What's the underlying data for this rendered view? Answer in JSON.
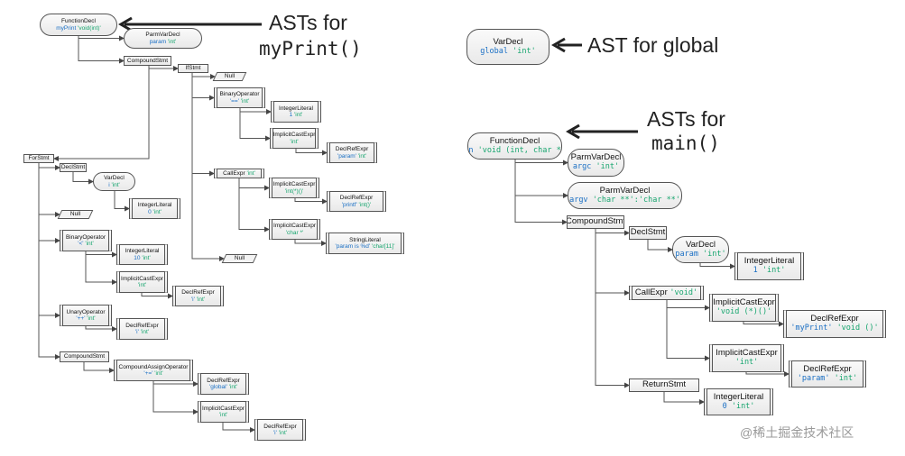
{
  "callouts": {
    "myprint_line1": "ASTs for",
    "myprint_line2": "myPrint()",
    "global_line": "AST for global",
    "main_line1": "ASTs for",
    "main_line2": "main()"
  },
  "watermark": "@稀土掘金技术社区",
  "colors": {
    "name": "#1a6fc4",
    "type": "#16a56e",
    "border": "#555555"
  },
  "nodes": [
    {
      "id": "n1",
      "kind": "rounded",
      "title": "FunctionDecl",
      "name": "myPrint",
      "type": "'void(int)'"
    },
    {
      "id": "n2",
      "kind": "rounded",
      "title": "ParmVarDecl",
      "name": "param",
      "type": "'int'",
      "parent": "n1"
    },
    {
      "id": "n3",
      "kind": "rect",
      "title": "CompoundStmt",
      "parent": "n1"
    },
    {
      "id": "n4",
      "kind": "rect",
      "title": "IfStmt",
      "parent": "n3"
    },
    {
      "id": "n5",
      "kind": "null",
      "title": "Null",
      "parent": "n4"
    },
    {
      "id": "n6",
      "kind": "double",
      "title": "BinaryOperator",
      "name": "'=='",
      "type": "'int'",
      "parent": "n4"
    },
    {
      "id": "n7",
      "kind": "double",
      "title": "IntegerLiteral",
      "name": "1",
      "type": "'int'",
      "parent": "n6"
    },
    {
      "id": "n8",
      "kind": "double",
      "title": "ImplicitCastExpr",
      "type": "'int'",
      "parent": "n6"
    },
    {
      "id": "n9",
      "kind": "double",
      "title": "DeclRefExpr",
      "name": "'param'",
      "type": "'int'",
      "parent": "n8"
    },
    {
      "id": "n10",
      "kind": "double",
      "title": "CallExpr",
      "type": "'int'",
      "inline": true,
      "parent": "n4"
    },
    {
      "id": "n11",
      "kind": "double",
      "title": "ImplicitCastExpr",
      "type": "'int(*)()'",
      "parent": "n10"
    },
    {
      "id": "n12",
      "kind": "double",
      "title": "DeclRefExpr",
      "name": "'printf'",
      "type": "'int()'",
      "parent": "n11"
    },
    {
      "id": "n13",
      "kind": "double",
      "title": "ImplicitCastExpr",
      "type": "'char *'",
      "parent": "n10"
    },
    {
      "id": "n14",
      "kind": "double",
      "title": "StringLiteral",
      "name": "'param is %d'",
      "type": "'char[11]'",
      "parent": "n13"
    },
    {
      "id": "n15",
      "kind": "null",
      "title": "Null",
      "parent": "n4"
    },
    {
      "id": "n16",
      "kind": "rect",
      "title": "ForStmt",
      "parent": "n3"
    },
    {
      "id": "n17",
      "kind": "rect",
      "title": "DeclStmt",
      "parent": "n16"
    },
    {
      "id": "n18",
      "kind": "rounded",
      "title": "VarDecl",
      "name": "i",
      "type": "'int'",
      "parent": "n17"
    },
    {
      "id": "n19",
      "kind": "double",
      "title": "IntegerLiteral",
      "name": "0",
      "type": "'int'",
      "parent": "n18"
    },
    {
      "id": "n20",
      "kind": "null",
      "title": "Null",
      "parent": "n16"
    },
    {
      "id": "n21",
      "kind": "double",
      "title": "BinaryOperator",
      "name": "'<'",
      "type": "'int'",
      "parent": "n16"
    },
    {
      "id": "n22",
      "kind": "double",
      "title": "IntegerLiteral",
      "name": "10",
      "type": "'int'",
      "parent": "n21"
    },
    {
      "id": "n23",
      "kind": "double",
      "title": "ImplicitCastExpr",
      "type": "'int'",
      "parent": "n21"
    },
    {
      "id": "n24",
      "kind": "double",
      "title": "DeclRefExpr",
      "name": "'i'",
      "type": "'int'",
      "parent": "n23"
    },
    {
      "id": "n25",
      "kind": "double",
      "title": "UnaryOperator",
      "name": "'++'",
      "type": "'int'",
      "parent": "n16"
    },
    {
      "id": "n26",
      "kind": "double",
      "title": "DeclRefExpr",
      "name": "'i'",
      "type": "'int'",
      "parent": "n25"
    },
    {
      "id": "n27",
      "kind": "rect",
      "title": "CompoundStmt",
      "parent": "n16"
    },
    {
      "id": "n28",
      "kind": "double",
      "title": "CompoundAssignOperator",
      "name": "'+='",
      "type": "'int'",
      "parent": "n27"
    },
    {
      "id": "n29",
      "kind": "double",
      "title": "DeclRefExpr",
      "name": "'global'",
      "type": "'int'",
      "parent": "n28"
    },
    {
      "id": "n30",
      "kind": "double",
      "title": "ImplicitCastExpr",
      "type": "'int'",
      "parent": "n28"
    },
    {
      "id": "n31",
      "kind": "double",
      "title": "DeclRefExpr",
      "name": "'i'",
      "type": "'int'",
      "parent": "n30"
    },
    {
      "id": "g1",
      "kind": "rounded",
      "title": "VarDecl",
      "name": "global",
      "type": "'int'"
    },
    {
      "id": "m1",
      "kind": "rounded",
      "title": "FunctionDecl",
      "name": "main",
      "type": "'void (int, char **)'"
    },
    {
      "id": "m2",
      "kind": "rounded",
      "title": "ParmVarDecl",
      "name": "argc",
      "type": "'int'",
      "parent": "m1"
    },
    {
      "id": "m3",
      "kind": "rounded",
      "title": "ParmVarDecl",
      "name": "argv",
      "type": "'char **':'char **'",
      "parent": "m1"
    },
    {
      "id": "m4",
      "kind": "rect",
      "title": "CompoundStmt",
      "parent": "m1"
    },
    {
      "id": "m5",
      "kind": "rect",
      "title": "DeclStmt",
      "parent": "m4"
    },
    {
      "id": "m6",
      "kind": "rounded",
      "title": "VarDecl",
      "name": "param",
      "type": "'int'",
      "parent": "m5"
    },
    {
      "id": "m7",
      "kind": "double",
      "title": "IntegerLiteral",
      "name": "1",
      "type": "'int'",
      "parent": "m6"
    },
    {
      "id": "m8",
      "kind": "double",
      "title": "CallExpr",
      "type": "'void'",
      "inline": true,
      "parent": "m4"
    },
    {
      "id": "m9",
      "kind": "double",
      "title": "ImplicitCastExpr",
      "type": "'void (*)()'",
      "parent": "m8"
    },
    {
      "id": "m10",
      "kind": "double",
      "title": "DeclRefExpr",
      "name": "'myPrint'",
      "type": "'void ()'",
      "parent": "m9"
    },
    {
      "id": "m11",
      "kind": "double",
      "title": "ImplicitCastExpr",
      "type": "'int'",
      "parent": "m8"
    },
    {
      "id": "m12",
      "kind": "double",
      "title": "DeclRefExpr",
      "name": "'param'",
      "type": "'int'",
      "parent": "m11"
    },
    {
      "id": "m13",
      "kind": "rect",
      "title": "ReturnStmt",
      "parent": "m4"
    },
    {
      "id": "m14",
      "kind": "double",
      "title": "IntegerLiteral",
      "name": "0",
      "type": "'int'",
      "parent": "m13"
    }
  ]
}
